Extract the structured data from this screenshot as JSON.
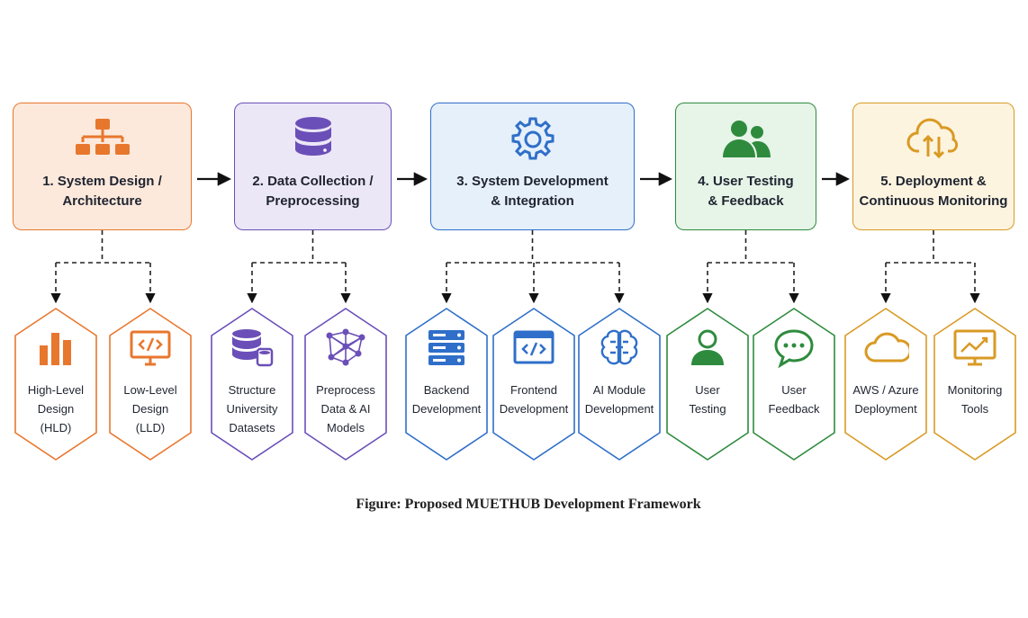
{
  "phases": [
    {
      "title": "1. System Design /\nArchitecture",
      "icon": "hierarchy-icon",
      "color": "#e8772e",
      "bg": "#fde9dc"
    },
    {
      "title": "2. Data Collection /\nPreprocessing",
      "icon": "database-icon",
      "color": "#6b4fb8",
      "bg": "#ece7f7"
    },
    {
      "title": "3. System Development\n& Integration",
      "icon": "gear-icon",
      "color": "#2f6fc9",
      "bg": "#e6f0fb"
    },
    {
      "title": "4. User Testing\n& Feedback",
      "icon": "users-icon",
      "color": "#2e8b3e",
      "bg": "#e7f4e8"
    },
    {
      "title": "5. Deployment &\nContinuous Monitoring",
      "icon": "cloud-sync-icon",
      "color": "#d99a24",
      "bg": "#fdf4e0"
    }
  ],
  "subtasks": [
    {
      "label": "High-Level\nDesign\n(HLD)",
      "icon": "bar-chart-icon",
      "phase": 0
    },
    {
      "label": "Low-Level\nDesign\n(LLD)",
      "icon": "code-monitor-icon",
      "phase": 0
    },
    {
      "label": "Structure\nUniversity\nDatasets",
      "icon": "database-stack-icon",
      "phase": 1
    },
    {
      "label": "Preprocess\nData & AI\nModels",
      "icon": "neural-network-icon",
      "phase": 1
    },
    {
      "label": "Backend\nDevelopment",
      "icon": "server-icon",
      "phase": 2
    },
    {
      "label": "Frontend\nDevelopment",
      "icon": "code-window-icon",
      "phase": 2
    },
    {
      "label": "AI Module\nDevelopment",
      "icon": "brain-icon",
      "phase": 2
    },
    {
      "label": "User\nTesting",
      "icon": "user-icon",
      "phase": 3
    },
    {
      "label": "User\nFeedback",
      "icon": "chat-bubble-icon",
      "phase": 3
    },
    {
      "label": "AWS / Azure\nDeployment",
      "icon": "cloud-icon",
      "phase": 4
    },
    {
      "label": "Monitoring\nTools",
      "icon": "trend-monitor-icon",
      "phase": 4
    }
  ],
  "caption": "Figure: Proposed MUETHUB Development Framework"
}
